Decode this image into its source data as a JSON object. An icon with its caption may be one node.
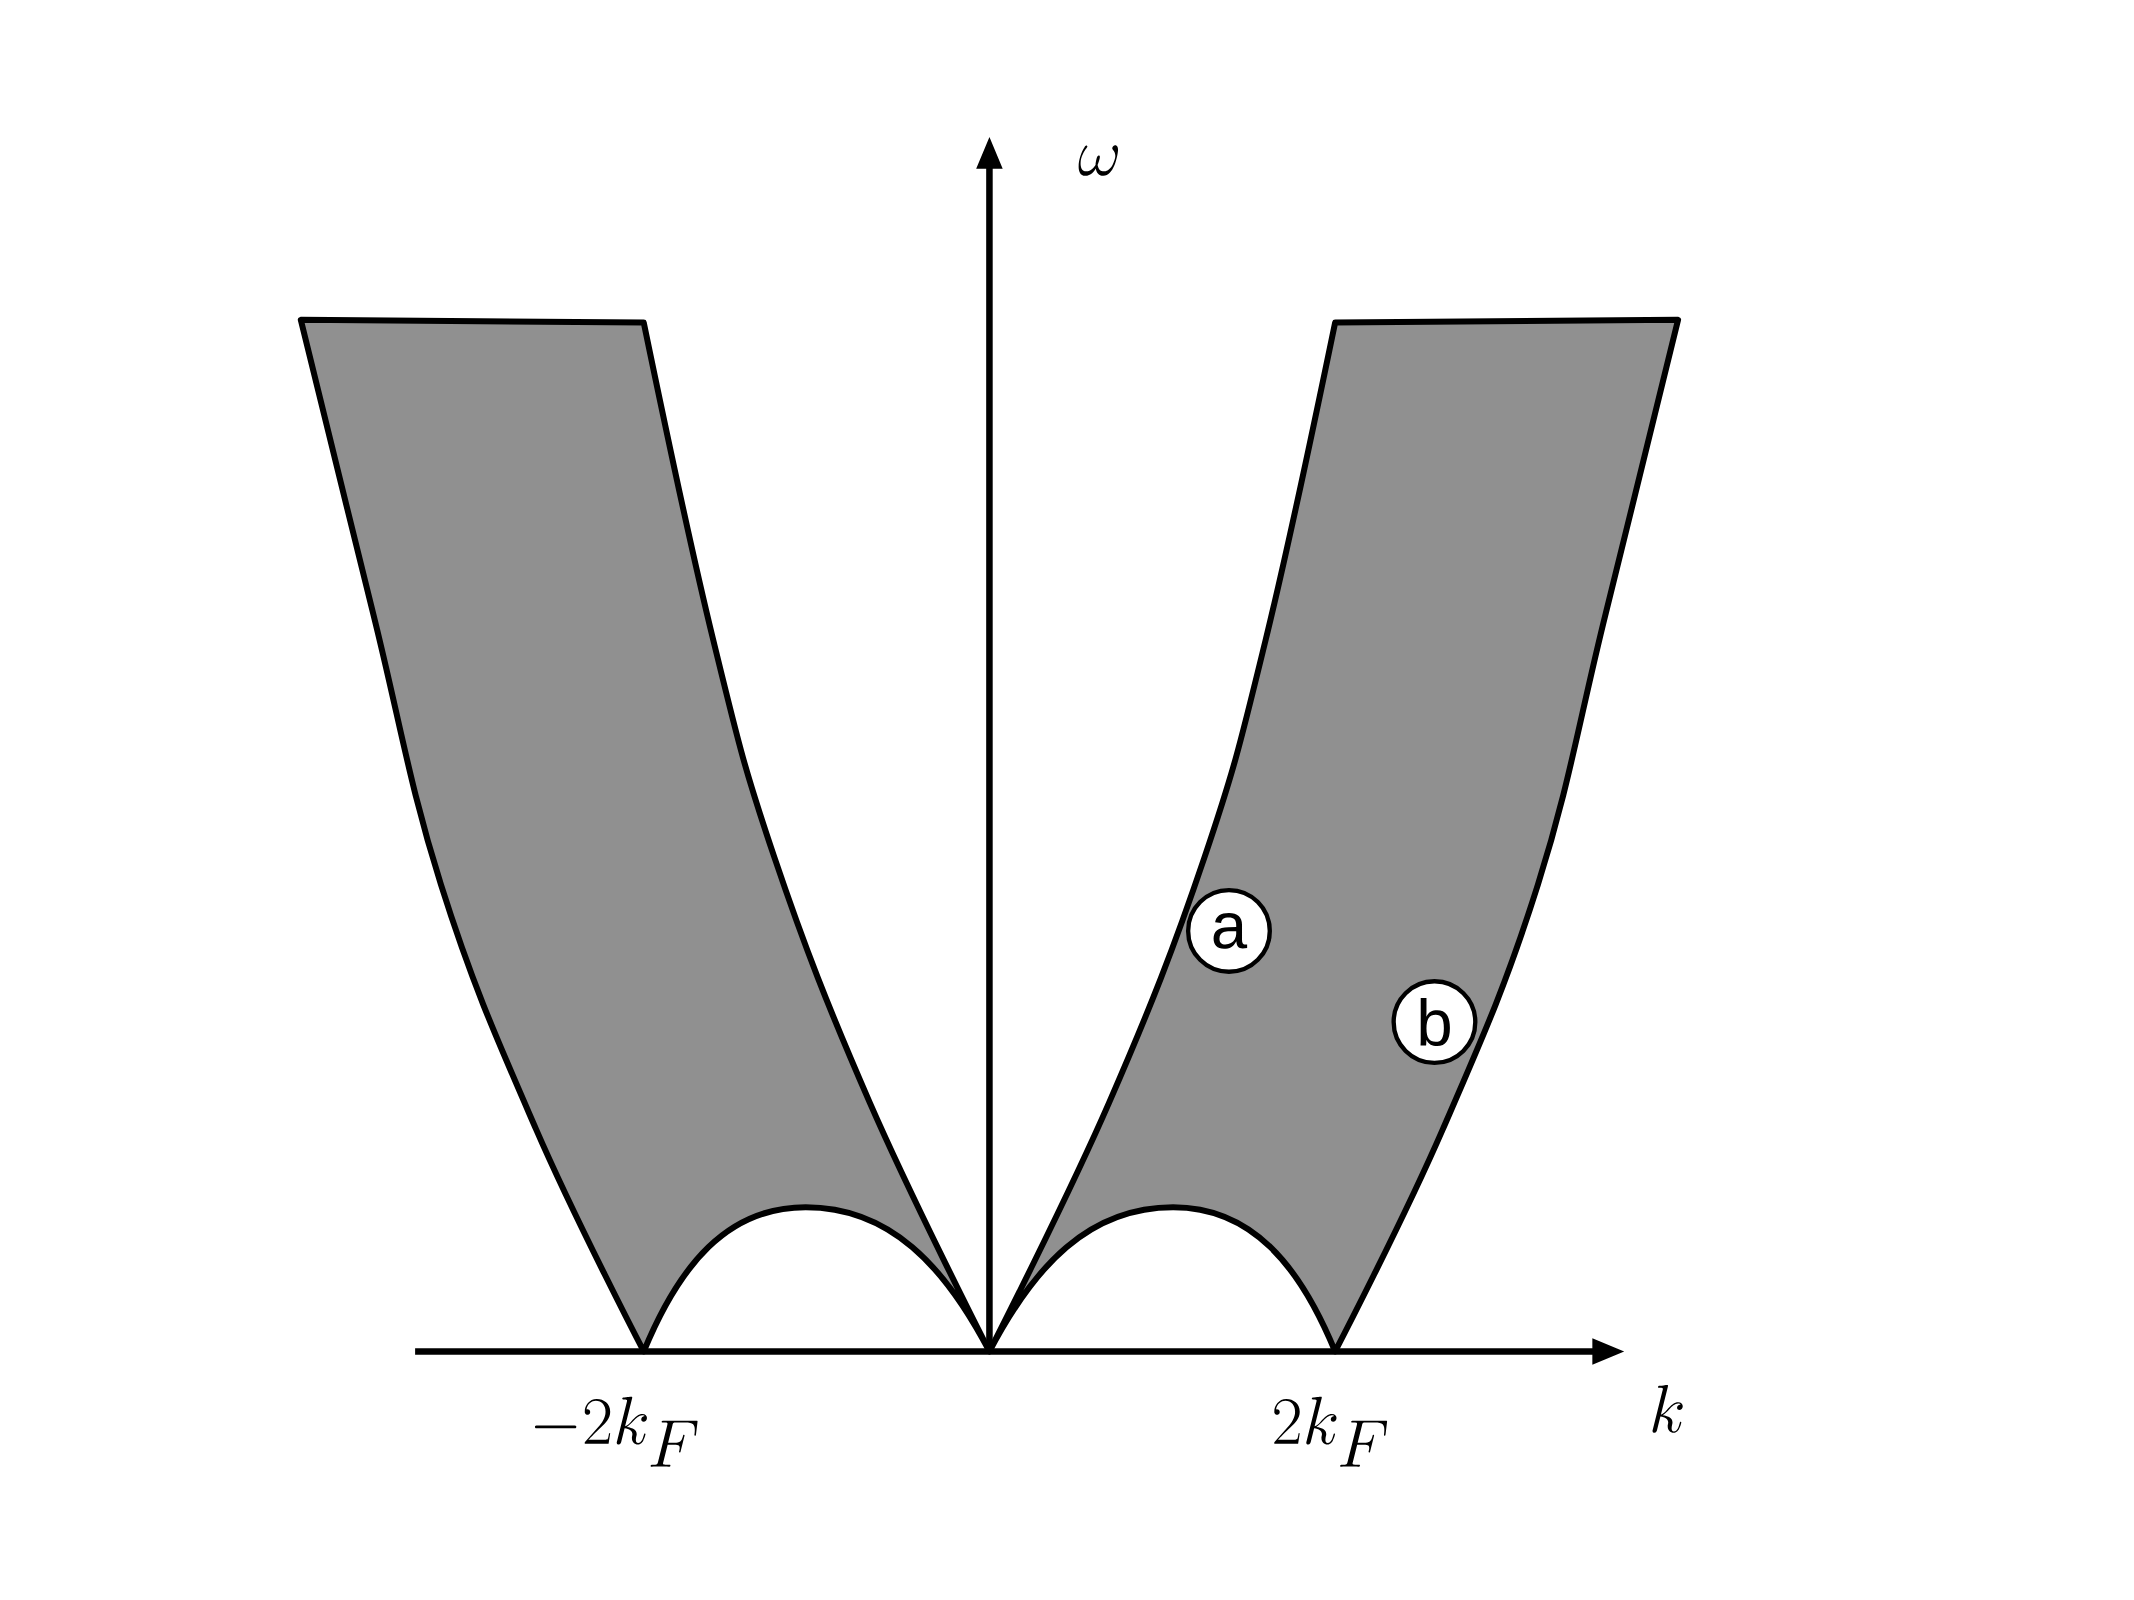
{
  "diagram": {
    "labels": [
      "\\omega",
      "k",
      "-2k_F",
      "2k_F",
      "a",
      "b"
    ]
  }
}
